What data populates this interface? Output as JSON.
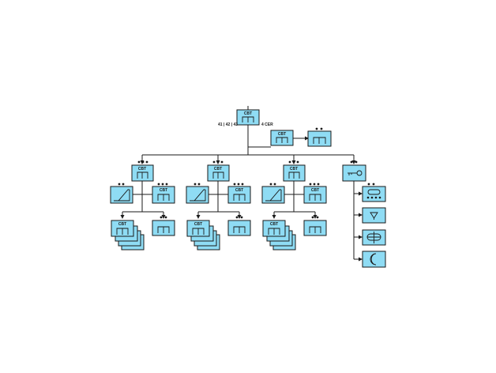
{
  "diagram": {
    "node_label": "CBT",
    "left_note": "41 | 42 | 43",
    "right_note": "4 CER",
    "colors": {
      "node_fill": "#8fdcf4",
      "line": "#1a1a1a",
      "background": "#ffffff"
    },
    "icons": [
      "camera-switch-icon",
      "key-icon",
      "power-supply-icon",
      "tape-drive-icon",
      "filter-icon",
      "controller-icon",
      "moon-icon"
    ]
  }
}
